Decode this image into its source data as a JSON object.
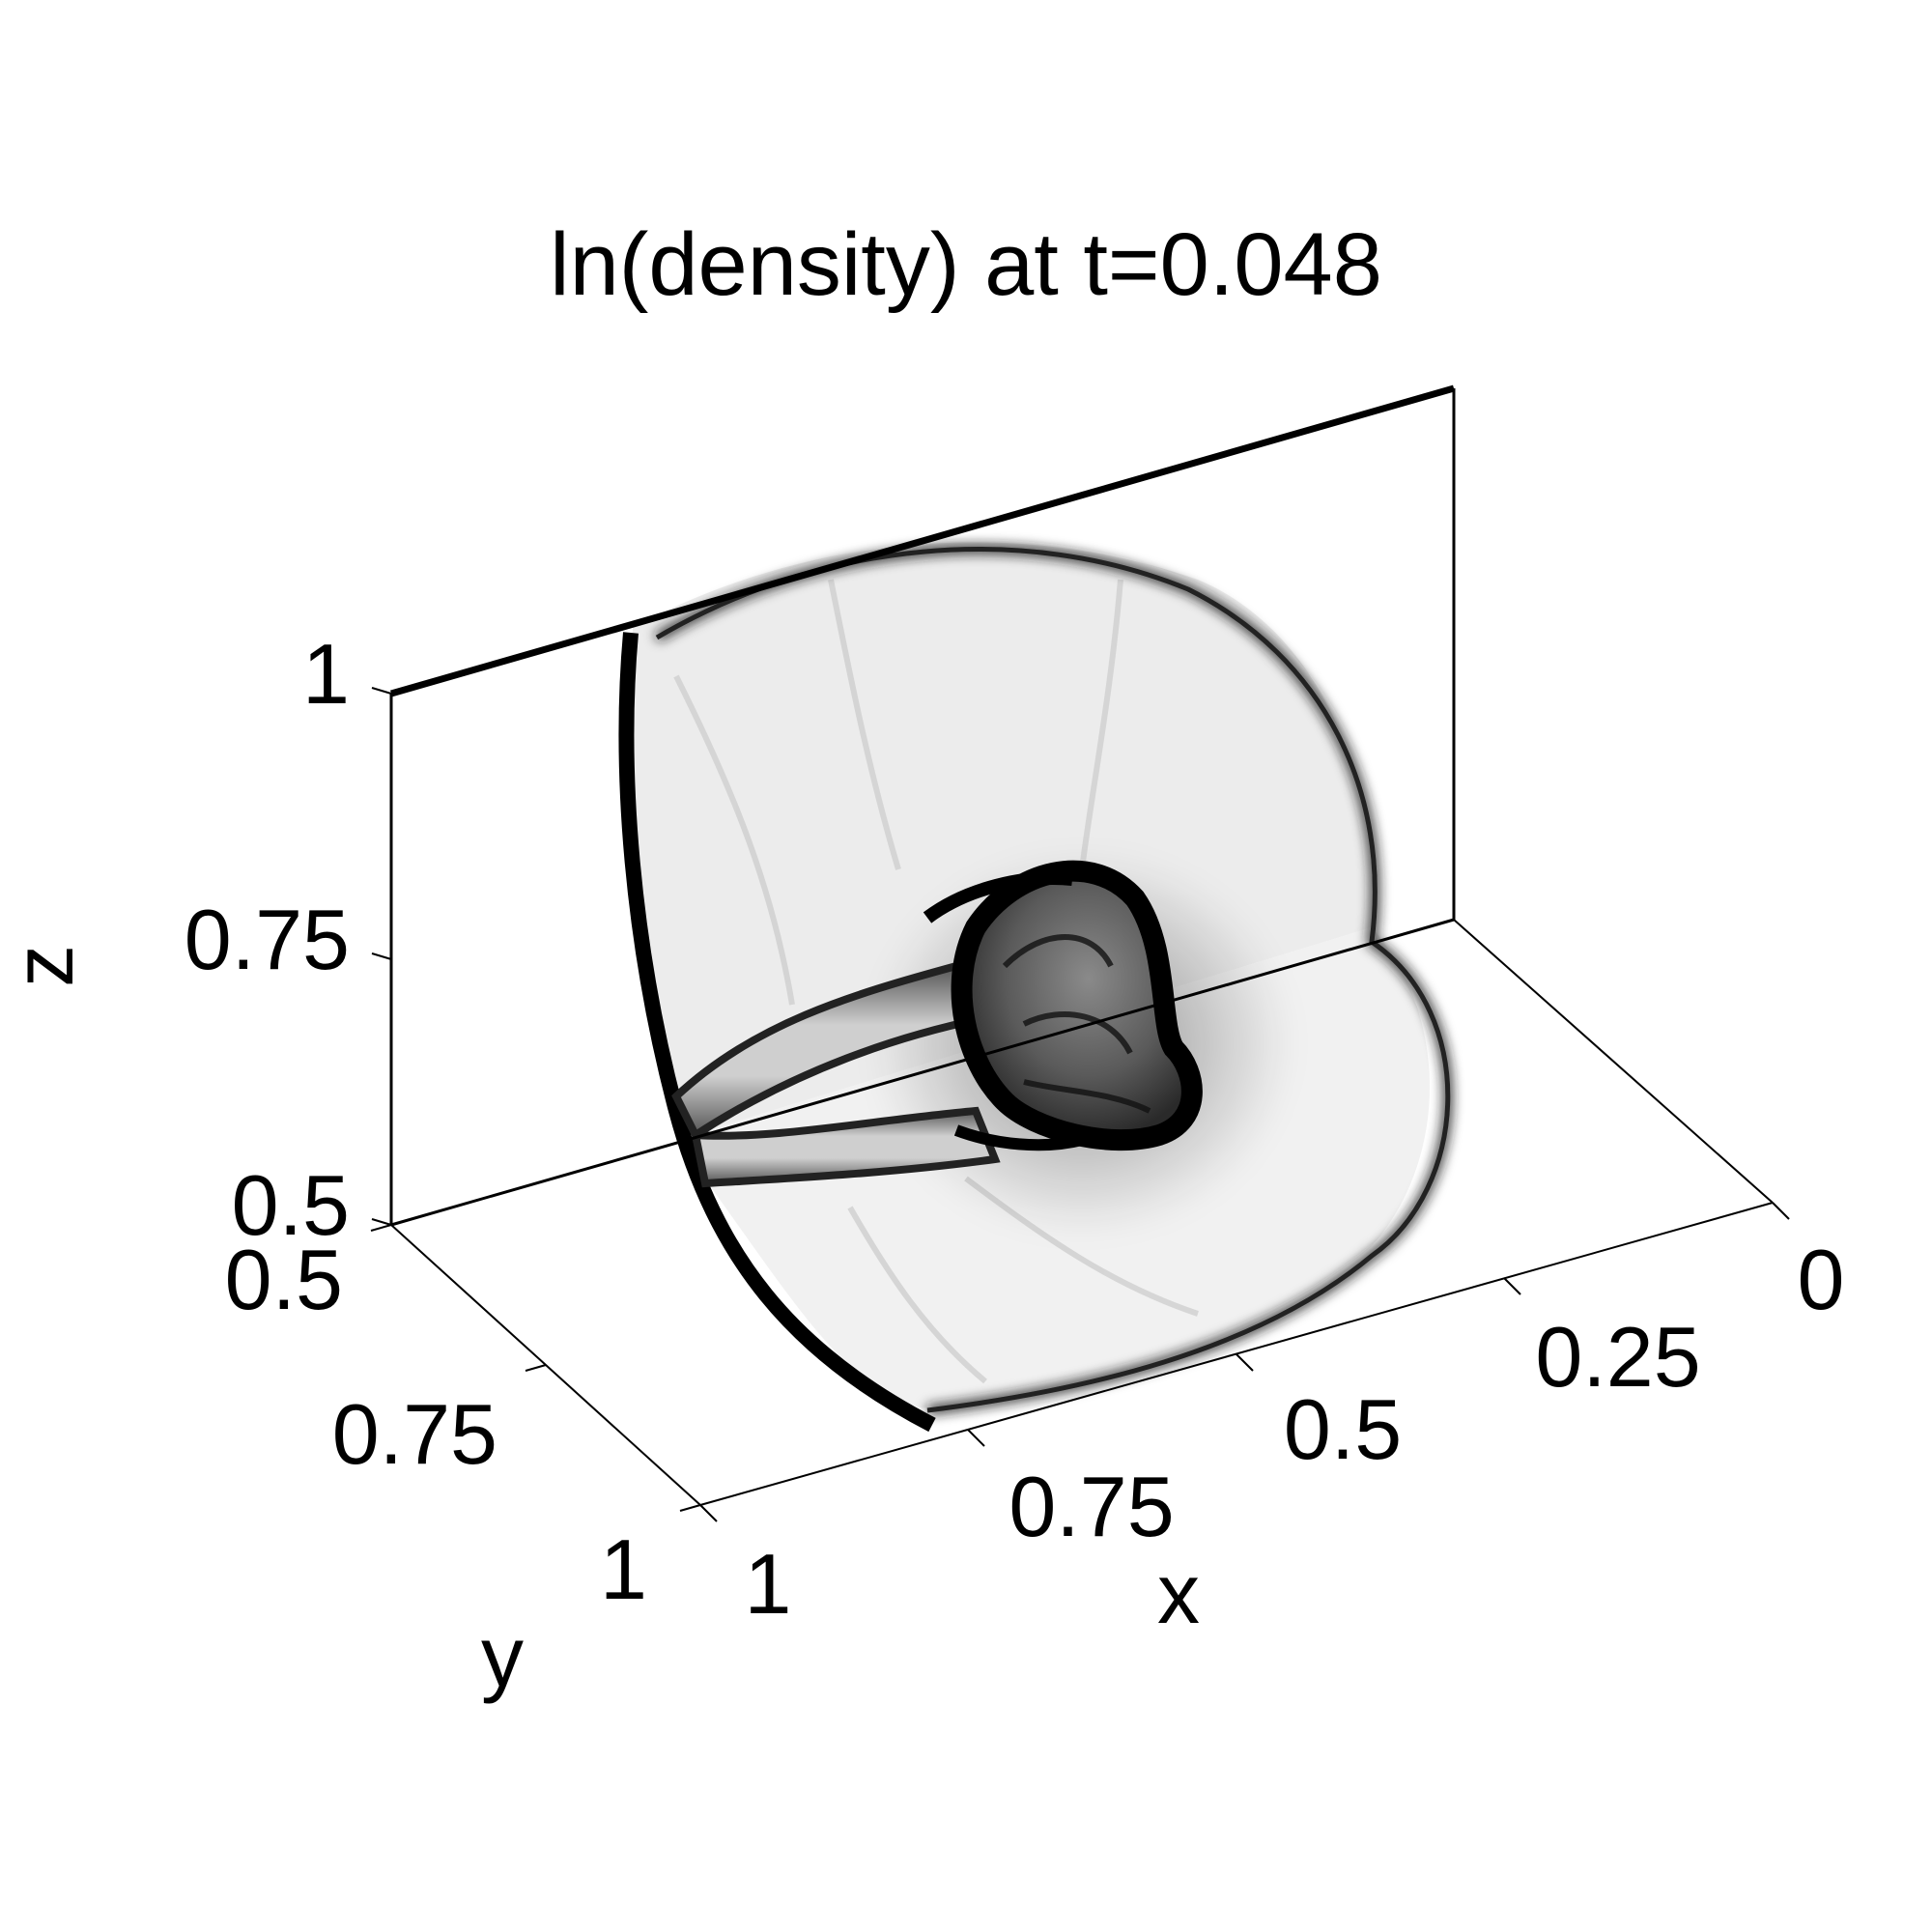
{
  "chart_data": {
    "type": "heatmap",
    "title": "ln(density) at t=0.048",
    "colormap": "grayscale (dark = high)",
    "axes": {
      "x": {
        "label": "x",
        "range": [
          0,
          1
        ],
        "ticks": [
          "0",
          "0.25",
          "0.5",
          "0.75",
          "1"
        ]
      },
      "y": {
        "label": "y",
        "range": [
          0.5,
          1
        ],
        "ticks": [
          "0.5",
          "0.75",
          "1"
        ]
      },
      "z": {
        "label": "z",
        "range": [
          0.5,
          1
        ],
        "ticks": [
          "0.5",
          "0.75",
          "1"
        ]
      }
    },
    "slices": [
      {
        "plane": "y=0.5",
        "x_range": [
          0,
          1
        ],
        "z_range": [
          0.5,
          1
        ]
      },
      {
        "plane": "z=0.5",
        "x_range": [
          0,
          1
        ],
        "y_range": [
          0.5,
          1
        ]
      }
    ],
    "grid": false
  }
}
